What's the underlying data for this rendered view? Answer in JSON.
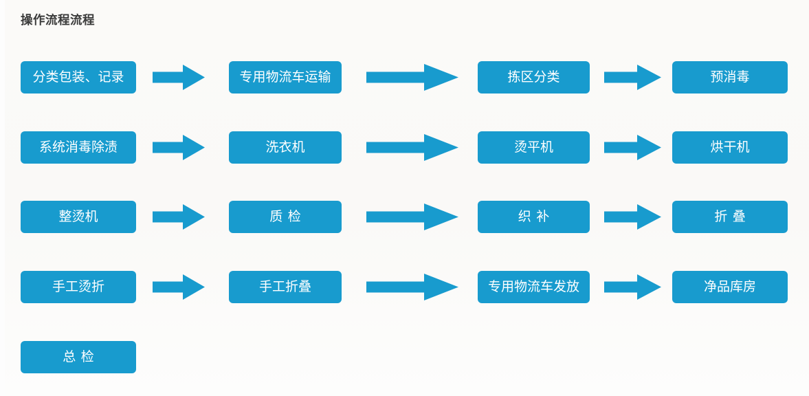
{
  "page": {
    "title": "操作流程流程",
    "background_color": "#fbfaf8",
    "accent_color": "#189bce",
    "node_text_color": "#ffffff",
    "title_color": "#3b3b3b"
  },
  "diagram_data": {
    "type": "flowchart",
    "orientation": "left-to-right, wrapping rows",
    "connector": "solid-block-arrow",
    "rows": [
      {
        "nodes": [
          {
            "label": "分类包装、记录",
            "spaced": false
          },
          {
            "label": "专用物流车运输",
            "spaced": false
          },
          {
            "label": "拣区分类",
            "spaced": false
          },
          {
            "label": "预消毒",
            "spaced": false
          }
        ]
      },
      {
        "nodes": [
          {
            "label": "系统消毒除渍",
            "spaced": false
          },
          {
            "label": "洗衣机",
            "spaced": false
          },
          {
            "label": "烫平机",
            "spaced": false
          },
          {
            "label": "烘干机",
            "spaced": false
          }
        ]
      },
      {
        "nodes": [
          {
            "label": "整烫机",
            "spaced": false
          },
          {
            "label": "质检",
            "spaced": true
          },
          {
            "label": "织补",
            "spaced": true
          },
          {
            "label": "折叠",
            "spaced": true
          }
        ]
      },
      {
        "nodes": [
          {
            "label": "手工烫折",
            "spaced": false
          },
          {
            "label": "手工折叠",
            "spaced": false
          },
          {
            "label": "专用物流车发放",
            "spaced": false
          },
          {
            "label": "净品库房",
            "spaced": false
          }
        ]
      },
      {
        "nodes": [
          {
            "label": "总检",
            "spaced": true
          }
        ]
      }
    ],
    "sequence": [
      "分类包装、记录",
      "专用物流车运输",
      "拣区分类",
      "预消毒",
      "系统消毒除渍",
      "洗衣机",
      "烫平机",
      "烘干机",
      "整烫机",
      "质检",
      "织补",
      "折叠",
      "手工烫折",
      "手工折叠",
      "专用物流车发放",
      "净品库房",
      "总检"
    ],
    "arrow_icon_name": "right-arrow-icon"
  }
}
